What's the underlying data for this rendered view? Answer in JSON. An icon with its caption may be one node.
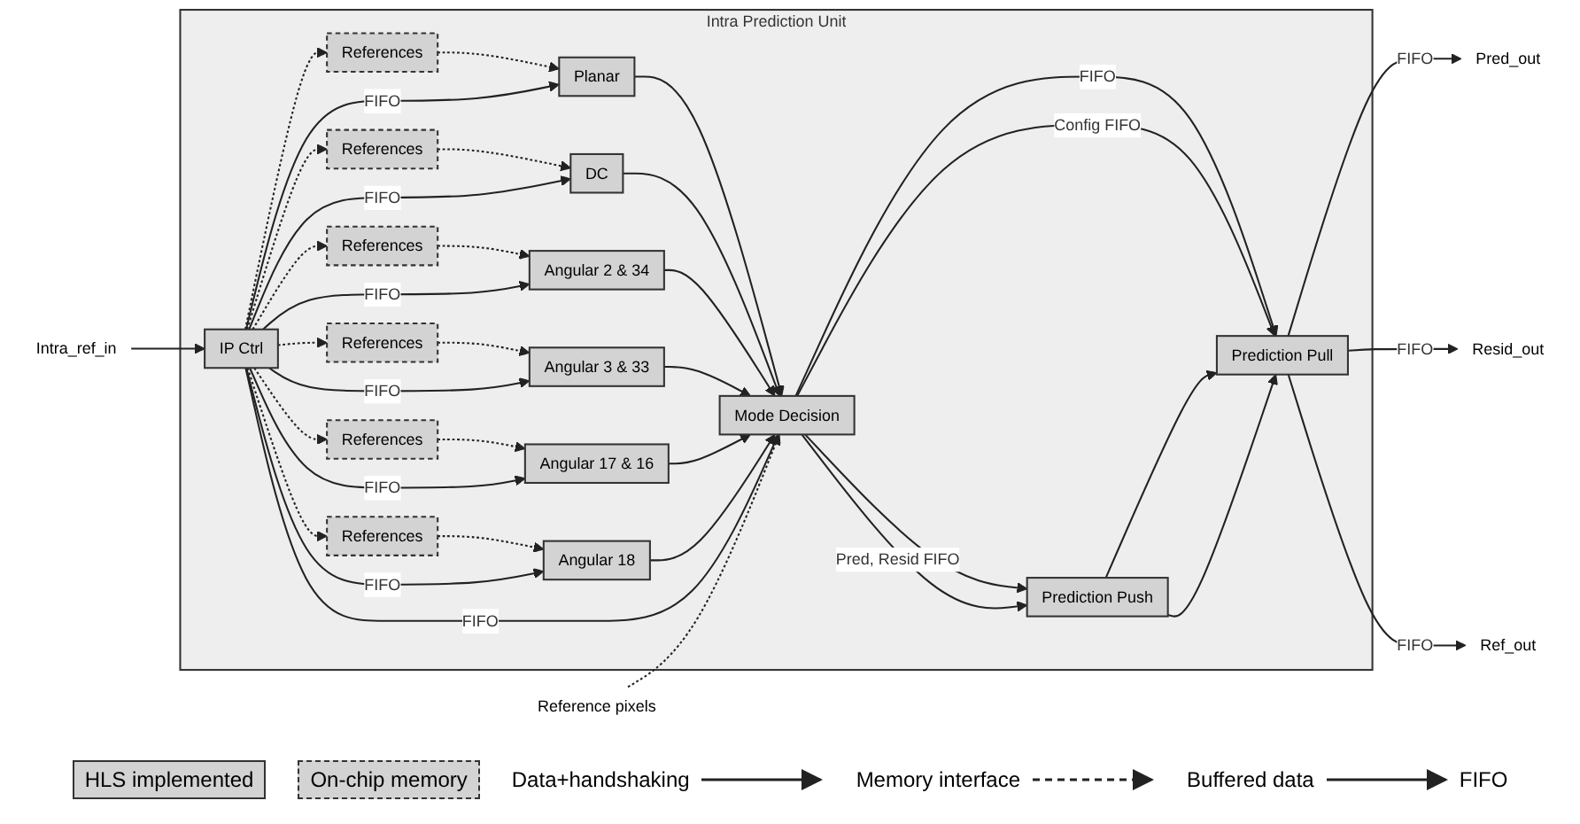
{
  "diagram": {
    "nodes": [
      {
        "text": [
          "Intra Prediction Unit"
        ]
      },
      {
        "text": [
          "IP Ctrl"
        ],
        "in": 0
      },
      {
        "text": [
          "References"
        ],
        "in": 0
      },
      {
        "text": [
          "References"
        ],
        "in": 0
      },
      {
        "text": [
          "References"
        ],
        "in": 0
      },
      {
        "text": [
          "References"
        ],
        "in": 0
      },
      {
        "text": [
          "References"
        ],
        "in": 0
      },
      {
        "text": [
          "References"
        ],
        "in": 0
      },
      {
        "text": [
          "Planar"
        ],
        "in": 0
      },
      {
        "text": [
          "DC"
        ],
        "in": 0
      },
      {
        "text": [
          "Angular 2 & 34"
        ],
        "in": 0
      },
      {
        "text": [
          "Angular 3 & 33"
        ],
        "in": 0
      },
      {
        "text": [
          "Angular 17 & 16"
        ],
        "in": 0
      },
      {
        "text": [
          "Angular 18"
        ],
        "in": 0
      },
      {
        "text": [
          "Mode Decision"
        ],
        "in": 0
      },
      {
        "text": [
          "Prediction Push"
        ],
        "in": 0
      },
      {
        "text": [
          "Prediction Pull"
        ],
        "in": 0
      },
      {
        "text": [
          "Intra_ref_in"
        ]
      },
      {
        "text": [
          "Reference pixels"
        ]
      },
      {
        "text": [
          "Pred_out"
        ]
      },
      {
        "text": [
          "Resid_out"
        ]
      },
      {
        "text": [
          "Ref_out"
        ]
      }
    ],
    "edges": [
      {
        "from": 17,
        "to": 1,
        "arrow": "to"
      },
      {
        "from": 1,
        "to": 2,
        "arrow": "to",
        "style": "dashed"
      },
      {
        "from": 2,
        "to": 8,
        "arrow": "to",
        "style": "dashed"
      },
      {
        "from": 1,
        "to": 8,
        "arrow": "to",
        "label": "FIFO"
      },
      {
        "from": 1,
        "to": 3,
        "arrow": "to",
        "style": "dashed"
      },
      {
        "from": 3,
        "to": 9,
        "arrow": "to",
        "style": "dashed"
      },
      {
        "from": 1,
        "to": 9,
        "arrow": "to",
        "label": "FIFO"
      },
      {
        "from": 1,
        "to": 4,
        "arrow": "to",
        "style": "dashed"
      },
      {
        "from": 4,
        "to": 10,
        "arrow": "to",
        "style": "dashed"
      },
      {
        "from": 1,
        "to": 10,
        "arrow": "to",
        "label": "FIFO"
      },
      {
        "from": 1,
        "to": 5,
        "arrow": "to",
        "style": "dashed"
      },
      {
        "from": 5,
        "to": 11,
        "arrow": "to",
        "style": "dashed"
      },
      {
        "from": 1,
        "to": 11,
        "arrow": "to",
        "label": "FIFO"
      },
      {
        "from": 1,
        "to": 6,
        "arrow": "to",
        "style": "dashed"
      },
      {
        "from": 6,
        "to": 12,
        "arrow": "to",
        "style": "dashed"
      },
      {
        "from": 1,
        "to": 12,
        "arrow": "to",
        "label": "FIFO"
      },
      {
        "from": 1,
        "to": 7,
        "arrow": "to",
        "style": "dashed"
      },
      {
        "from": 7,
        "to": 13,
        "arrow": "to",
        "style": "dashed"
      },
      {
        "from": 1,
        "to": 13,
        "arrow": "to",
        "label": "FIFO"
      },
      {
        "from": 8,
        "to": 14,
        "arrow": "to"
      },
      {
        "from": 9,
        "to": 14,
        "arrow": "to"
      },
      {
        "from": 10,
        "to": 14,
        "arrow": "to"
      },
      {
        "from": 11,
        "to": 14,
        "arrow": "to"
      },
      {
        "from": 12,
        "to": 14,
        "arrow": "to"
      },
      {
        "from": 13,
        "to": 14,
        "arrow": "to"
      },
      {
        "from": 1,
        "to": 14,
        "arrow": "to",
        "label": "FIFO"
      },
      {
        "from": 18,
        "to": 14,
        "arrow": "to",
        "style": "dashed"
      },
      {
        "from": 14,
        "to": 15,
        "arrow": "to"
      },
      {
        "from": 14,
        "to": 16,
        "arrow": "to",
        "label": "FIFO"
      },
      {
        "from": 14,
        "to": 15,
        "arrow": "to",
        "label": "Pred, Resid FIFO"
      },
      {
        "from": 14,
        "to": 16,
        "arrow": "to",
        "label": "Config FIFO"
      },
      {
        "from": 15,
        "to": 16,
        "arrow": "to"
      },
      {
        "from": 15,
        "to": 16,
        "arrow": "to"
      },
      {
        "from": 16,
        "to": 19,
        "arrow": "to",
        "label": "FIFO"
      },
      {
        "from": 16,
        "to": 20,
        "arrow": "to",
        "label": "FIFO"
      },
      {
        "from": 16,
        "to": 21,
        "arrow": "to",
        "label": "FIFO"
      }
    ],
    "labels": [
      "FIFO"
    ],
    "legend": [
      {
        "text": "HLS implemented"
      },
      {
        "text": "On-chip memory"
      },
      {
        "text": "Data+handshaking"
      },
      {
        "text": "Memory interface"
      },
      {
        "text": "Buffered data"
      }
    ]
  }
}
